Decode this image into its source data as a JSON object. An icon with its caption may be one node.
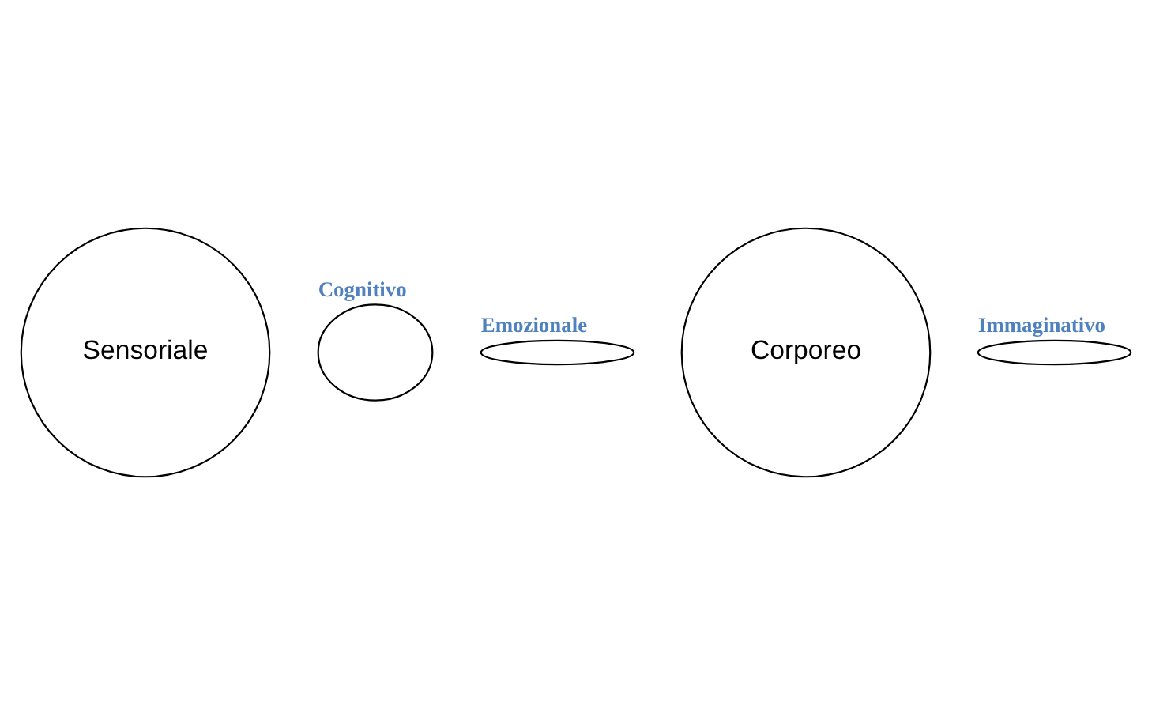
{
  "diagram": {
    "nodes": [
      {
        "text": [
          "Sensoriale"
        ]
      },
      {
        "text": [
          "Cognitivo"
        ]
      },
      {
        "text": [
          "Emozionale"
        ]
      },
      {
        "text": [
          "Corporeo"
        ]
      },
      {
        "text": [
          "Immaginativo"
        ]
      }
    ]
  }
}
